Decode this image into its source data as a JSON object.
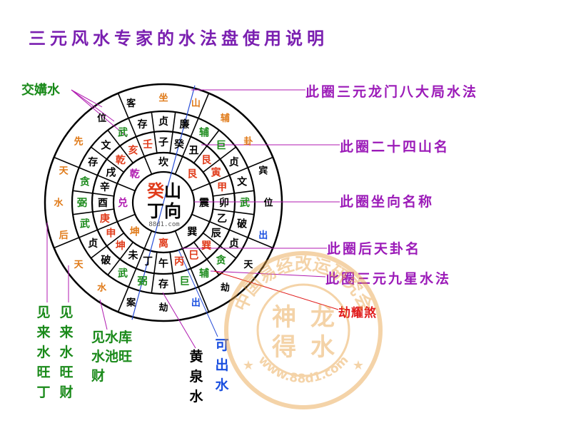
{
  "title": "三元风水专家的水法盘使用说明",
  "center": {
    "line1": "癸山",
    "line2": "丁向",
    "site": "88d1.com"
  },
  "callouts": {
    "ring_outer": "此圈三元龙门八大局水法",
    "ring_mountains": "此圈二十四山名",
    "ring_center": "此圈坐向名称",
    "ring_trigrams": "此圈后天卦名",
    "ring_stars": "此圈三元九星水法",
    "robbery": "劫耀煞"
  },
  "left_labels": {
    "jiaogou": "交媾水",
    "wang_ding": [
      "见",
      "来",
      "水",
      "旺",
      "丁"
    ],
    "wang_cai": [
      "见",
      "来",
      "水",
      "旺",
      "财"
    ],
    "shuichi": [
      "见水库",
      "水池旺",
      "财"
    ],
    "huangquan": [
      "黄",
      "泉",
      "水"
    ],
    "kechu": [
      "可",
      "出",
      "水"
    ]
  },
  "stamp": {
    "top": "中国易经改运研究会",
    "char1": "神",
    "char2": "龙",
    "char3": "得",
    "char4": "水",
    "site": "www.88d1.com"
  },
  "rings": {
    "outer": [
      {
        "t": "坐",
        "c": "#e07a18"
      },
      {
        "t": "山",
        "c": "#e07a18"
      },
      {
        "t": "辅",
        "c": "#e07a18"
      },
      {
        "t": "卦",
        "c": "#e07a18"
      },
      {
        "t": "宾",
        "c": "#000000"
      },
      {
        "t": "位",
        "c": "#000000"
      },
      {
        "t": "出",
        "c": "#1a4fe0"
      },
      {
        "t": "天",
        "c": "#000000"
      },
      {
        "t": "劫",
        "c": "#000000"
      },
      {
        "t": "出",
        "c": "#1a4fe0"
      },
      {
        "t": "劫",
        "c": "#000000"
      },
      {
        "t": "案",
        "c": "#000000"
      },
      {
        "t": "水",
        "c": "#e07a18"
      },
      {
        "t": "天",
        "c": "#e07a18"
      },
      {
        "t": "后",
        "c": "#e07a18"
      },
      {
        "t": "水",
        "c": "#e07a18"
      },
      {
        "t": "天",
        "c": "#e07a18"
      },
      {
        "t": "先",
        "c": "#e07a18"
      },
      {
        "t": "位",
        "c": "#000000"
      },
      {
        "t": "客",
        "c": "#000000"
      }
    ],
    "stars": [
      {
        "t": "贞",
        "c": "#000000"
      },
      {
        "t": "廉",
        "c": "#000000"
      },
      {
        "t": "辅",
        "c": "#1a8a1a"
      },
      {
        "t": "巨",
        "c": "#1a8a1a"
      },
      {
        "t": "贞",
        "c": "#000000"
      },
      {
        "t": "文",
        "c": "#000000"
      },
      {
        "t": "武",
        "c": "#1a8a1a"
      },
      {
        "t": "破",
        "c": "#000000"
      },
      {
        "t": "贞",
        "c": "#000000"
      },
      {
        "t": "贪",
        "c": "#1a8a1a"
      },
      {
        "t": "辅",
        "c": "#1a8a1a"
      },
      {
        "t": "巨",
        "c": "#1a8a1a"
      },
      {
        "t": "存",
        "c": "#000000"
      },
      {
        "t": "弼",
        "c": "#1a8a1a"
      },
      {
        "t": "武",
        "c": "#1a8a1a"
      },
      {
        "t": "破",
        "c": "#000000"
      },
      {
        "t": "贞",
        "c": "#000000"
      },
      {
        "t": "武",
        "c": "#1a8a1a"
      },
      {
        "t": "弼",
        "c": "#1a8a1a"
      },
      {
        "t": "贪",
        "c": "#1a8a1a"
      },
      {
        "t": "存",
        "c": "#000000"
      },
      {
        "t": "文",
        "c": "#000000"
      },
      {
        "t": "武",
        "c": "#1a8a1a"
      },
      {
        "t": "存",
        "c": "#000000"
      }
    ],
    "mountains": [
      {
        "t": "子",
        "c": "#000000"
      },
      {
        "t": "癸",
        "c": "#000000"
      },
      {
        "t": "丑",
        "c": "#000000"
      },
      {
        "t": "艮",
        "c": "#e03b1a"
      },
      {
        "t": "寅",
        "c": "#e03b1a"
      },
      {
        "t": "甲",
        "c": "#e03b1a"
      },
      {
        "t": "卯",
        "c": "#000000"
      },
      {
        "t": "乙",
        "c": "#000000"
      },
      {
        "t": "辰",
        "c": "#000000"
      },
      {
        "t": "巽",
        "c": "#e03b1a"
      },
      {
        "t": "巳",
        "c": "#e03b1a"
      },
      {
        "t": "丙",
        "c": "#e03b1a"
      },
      {
        "t": "午",
        "c": "#000000"
      },
      {
        "t": "丁",
        "c": "#000000"
      },
      {
        "t": "未",
        "c": "#000000"
      },
      {
        "t": "坤",
        "c": "#e03b1a"
      },
      {
        "t": "申",
        "c": "#e03b1a"
      },
      {
        "t": "庚",
        "c": "#e03b1a"
      },
      {
        "t": "酉",
        "c": "#000000"
      },
      {
        "t": "辛",
        "c": "#000000"
      },
      {
        "t": "戌",
        "c": "#000000"
      },
      {
        "t": "乾",
        "c": "#e03b1a"
      },
      {
        "t": "亥",
        "c": "#e03b1a"
      },
      {
        "t": "壬",
        "c": "#e03b1a"
      }
    ],
    "trigrams": [
      {
        "t": "坎",
        "c": "#000000"
      },
      {
        "t": "艮",
        "c": "#e03b1a"
      },
      {
        "t": "震",
        "c": "#000000"
      },
      {
        "t": "巽",
        "c": "#000000"
      },
      {
        "t": "离",
        "c": "#e03b1a"
      },
      {
        "t": "坤",
        "c": "#e07a18"
      },
      {
        "t": "兑",
        "c": "#b01ab0"
      },
      {
        "t": "乾",
        "c": "#b01ab0"
      }
    ]
  }
}
